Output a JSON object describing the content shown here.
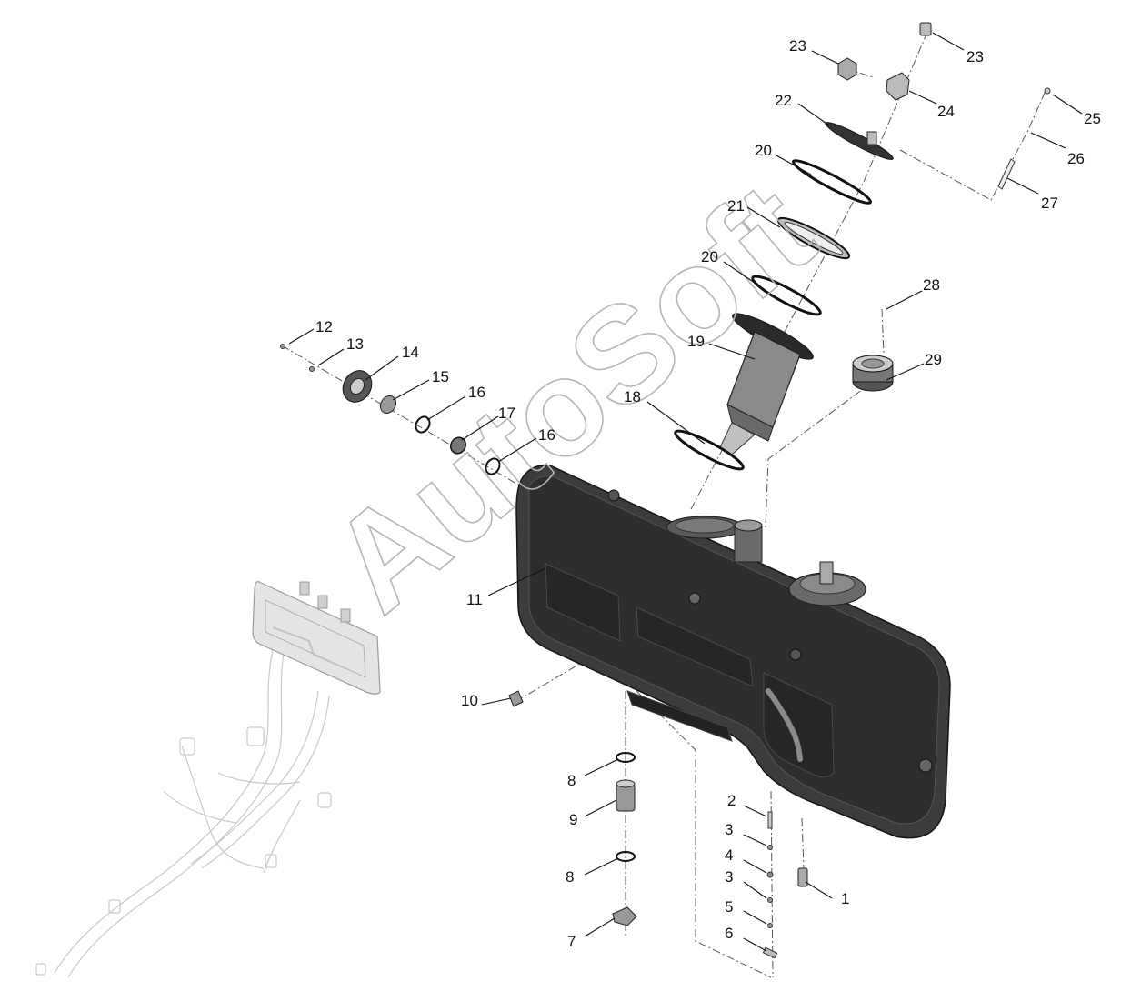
{
  "diagram": {
    "watermark": "AutoSoft",
    "callouts": {
      "c1": "1",
      "c2": "2",
      "c3a": "3",
      "c4": "4",
      "c3b": "3",
      "c5": "5",
      "c6": "6",
      "c7": "7",
      "c8a": "8",
      "c9": "9",
      "c8b": "8",
      "c10": "10",
      "c11": "11",
      "c12": "12",
      "c13": "13",
      "c14": "14",
      "c15": "15",
      "c16a": "16",
      "c17": "17",
      "c16b": "16",
      "c18": "18",
      "c19": "19",
      "c20a": "20",
      "c21": "21",
      "c20b": "20",
      "c22": "22",
      "c23a": "23",
      "c23b": "23",
      "c24": "24",
      "c25": "25",
      "c26": "26",
      "c27": "27",
      "c28": "28",
      "c29": "29"
    }
  }
}
